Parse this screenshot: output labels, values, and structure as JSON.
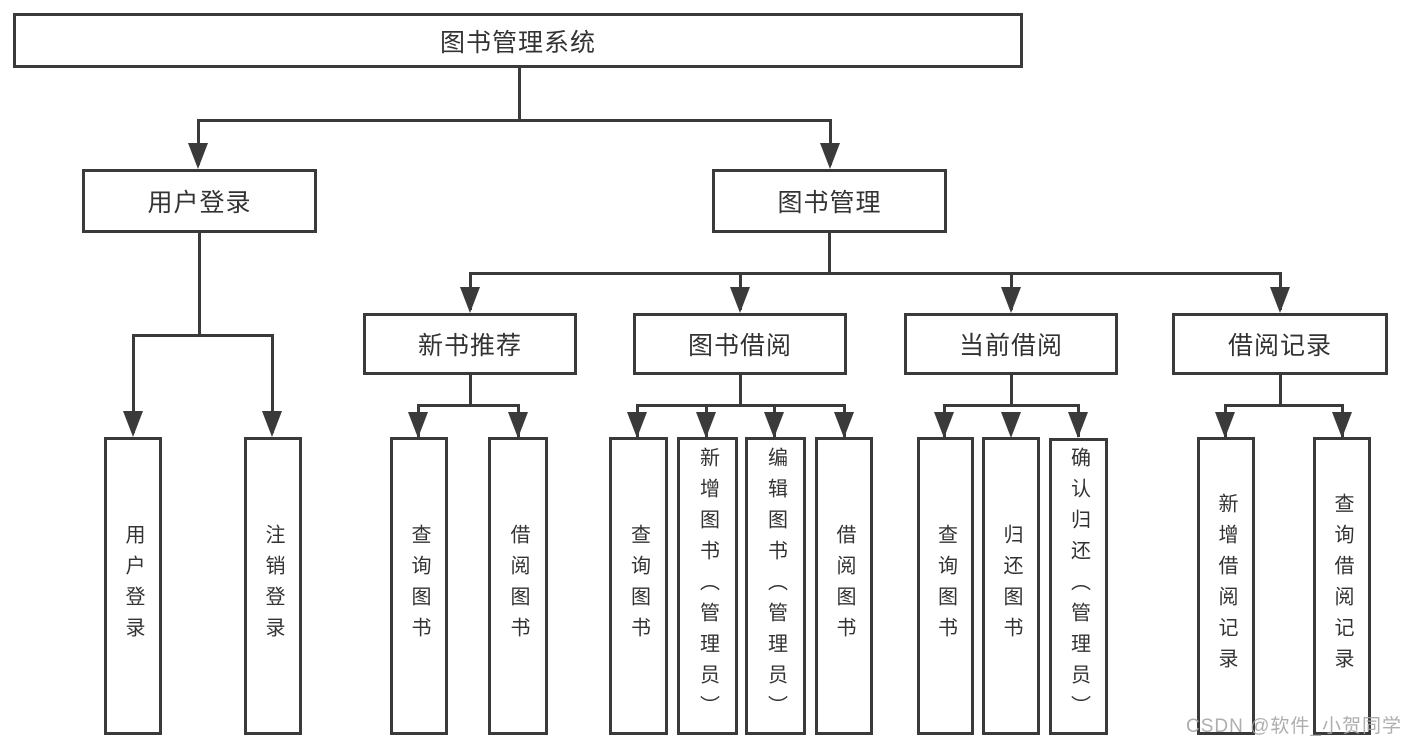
{
  "colors": {
    "line": "#3a3a3a",
    "text": "#333333",
    "watermark": "#a6a6a6",
    "bg": "#ffffff"
  },
  "tree": {
    "label": "图书管理系统",
    "children": [
      {
        "label": "用户登录",
        "children": [
          {
            "label": "用户登录"
          },
          {
            "label": "注销登录"
          }
        ]
      },
      {
        "label": "图书管理",
        "children": [
          {
            "label": "新书推荐",
            "children": [
              {
                "label": "查询图书"
              },
              {
                "label": "借阅图书"
              }
            ]
          },
          {
            "label": "图书借阅",
            "children": [
              {
                "label": "查询图书"
              },
              {
                "label": "新增图书（管理员）"
              },
              {
                "label": "编辑图书（管理员）"
              },
              {
                "label": "借阅图书"
              }
            ]
          },
          {
            "label": "当前借阅",
            "children": [
              {
                "label": "查询图书"
              },
              {
                "label": "归还图书"
              },
              {
                "label": "确认归还（管理员）"
              }
            ]
          },
          {
            "label": "借阅记录",
            "children": [
              {
                "label": "新增借阅记录"
              },
              {
                "label": "查询借阅记录"
              }
            ]
          }
        ]
      }
    ]
  },
  "watermark": "CSDN @软件_小贺同学"
}
